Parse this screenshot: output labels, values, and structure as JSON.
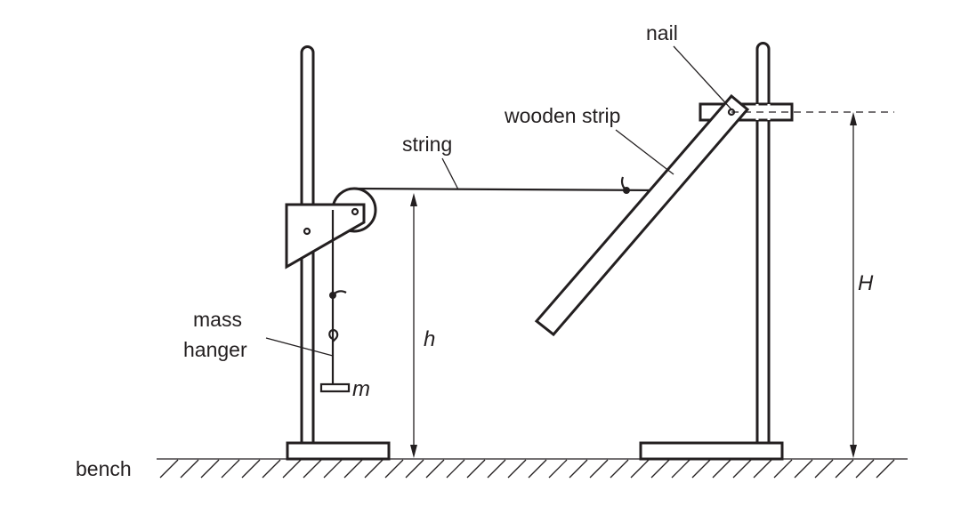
{
  "diagram": {
    "title": "Apparatus: wooden strip pivoted on nail, pulled by string over pulley to mass hanger",
    "labels": {
      "nail": "nail",
      "wooden_strip": "wooden strip",
      "string": "string",
      "mass_line1": "mass",
      "mass_line2": "hanger",
      "mass_symbol": "m",
      "height_h": "h",
      "height_H": "H",
      "bench": "bench"
    },
    "colors": {
      "ink": "#231f20",
      "background": "#ffffff"
    }
  }
}
